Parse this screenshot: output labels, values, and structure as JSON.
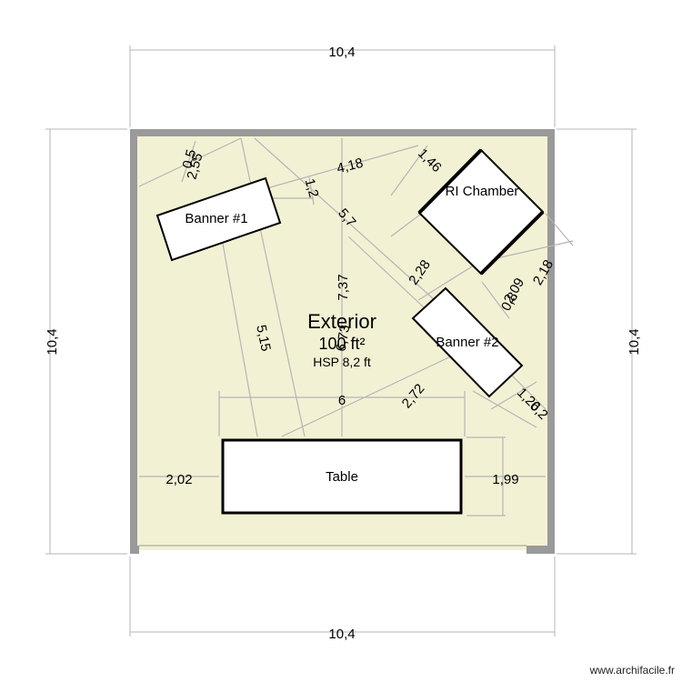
{
  "room": {
    "name": "Exterior",
    "area": "100 ft²",
    "hsp": "HSP 8,2 ft",
    "floor_color": "#f3f1d4",
    "wall_color": "#9a9a9a"
  },
  "objects": {
    "banner1": "Banner #1",
    "banner2": "Banner #2",
    "chamber": "RI Chamber",
    "table": "Table"
  },
  "dimensions": {
    "top": "10,4",
    "bottom": "10,4",
    "left": "10,4",
    "right": "10,4",
    "table_width": "6",
    "table_left_gap": "2,02",
    "table_right_gap": "1,99",
    "center_vertical": "7,37",
    "banner1_to_table": "5,15",
    "banner1_diag": "5,7",
    "banner1_to_chamber": "4,18",
    "banner1_short": "1,2",
    "banner1_side_a": "2,55",
    "banner1_side_b": "0,5",
    "chamber_top": "1,46",
    "chamber_to_banner2": "2,28",
    "chamber_side": "2,18",
    "chamber_small_a": "2,09",
    "chamber_small_b": "0,8",
    "banner2_to_table": "2,72",
    "banner2_side_a": "1,26",
    "banner2_side_b": "0,2",
    "overlap": "6,73"
  },
  "credit": "www.archifacile.fr"
}
